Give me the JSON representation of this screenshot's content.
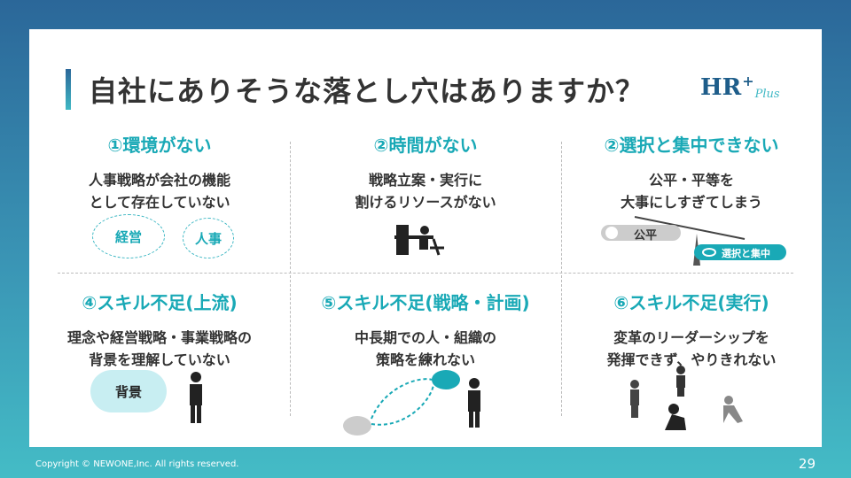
{
  "title": "自社にありそうな落とし穴はありますか？",
  "logo": {
    "main": "HR",
    "plus": "+",
    "sub": "Plus"
  },
  "cells": [
    {
      "title": "①環境がない",
      "body": [
        "人事戦略が会社の機能",
        "として存在していない"
      ],
      "tags": [
        "経営",
        "人事"
      ]
    },
    {
      "title": "②時間がない",
      "body": [
        "戦略立案・実行に",
        "割けるリソースがない"
      ]
    },
    {
      "title": "②選択と集中できない",
      "body": [
        "公平・平等を",
        "大事にしすぎてしまう"
      ],
      "tags": [
        "公平",
        "選択と集中"
      ]
    },
    {
      "title": "④スキル不足(上流)",
      "body": [
        "理念や経営戦略・事業戦略の",
        "背景を理解していない"
      ],
      "tags": [
        "背景"
      ]
    },
    {
      "title": "⑤スキル不足(戦略・計画)",
      "body": [
        "中長期での人・組織の",
        "策略を練れない"
      ]
    },
    {
      "title": "⑥スキル不足(実行)",
      "body": [
        "変革のリーダーシップを",
        "発揮できず、やりきれない"
      ]
    }
  ],
  "footer": "Copyright © NEWONE,Inc. All rights reserved.",
  "page": "29"
}
